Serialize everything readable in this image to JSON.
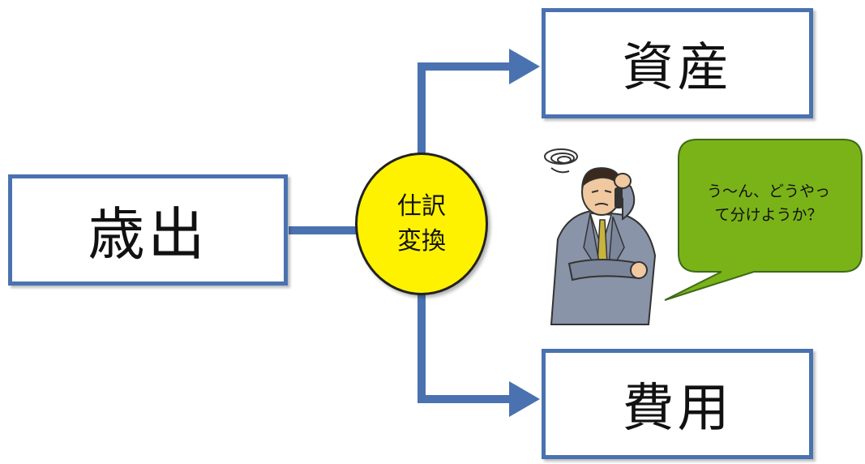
{
  "source_box": {
    "label": "歳出"
  },
  "node": {
    "line1": "仕訳",
    "line2": "変換"
  },
  "targets": {
    "asset": {
      "label": "資産"
    },
    "expense": {
      "label": "費用"
    }
  },
  "callout": {
    "line1": "う～ん、どうやっ",
    "line2": "て分けようか？"
  },
  "colors": {
    "border": "#4a72b0",
    "connector": "#4a72b0",
    "node_fill": "#fff200",
    "callout_fill": "#7ab317",
    "callout_border": "#3e6a1a"
  },
  "icons": {
    "figure": "confused-businessman-on-phone",
    "thought": "scribble-thought-swirl"
  }
}
